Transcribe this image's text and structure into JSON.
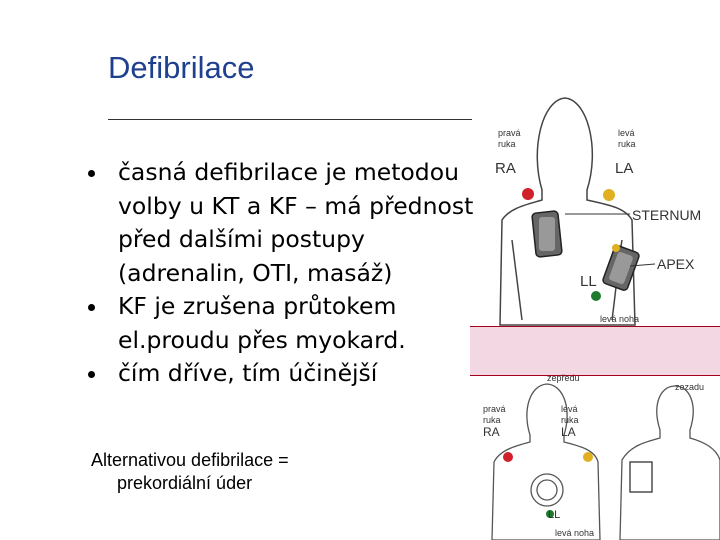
{
  "slide": {
    "title": "Defibrilace",
    "bullets": [
      {
        "text": "časná defibrilace je metodou volby u KT a KF – má přednost před dalšími postupy (adrenalin, OTI, masáž)"
      },
      {
        "text": "KF je zrušena průtokem el.proudu přes myokard."
      },
      {
        "text": "čím dříve, tím účinější"
      }
    ],
    "note_line1": "Alternativou defibrilace =",
    "note_line2": "prekordiální úder"
  },
  "figure_top": {
    "right_arm": "pravá ruka",
    "right_arm_l1": "pravá",
    "right_arm_l2": "ruka",
    "left_arm_l1": "levá",
    "left_arm_l2": "ruka",
    "ra": "RA",
    "la": "LA",
    "sternum": "STERNUM",
    "apex": "APEX",
    "ll": "LL",
    "left_leg": "levá noha"
  },
  "figure_bottom": {
    "front": "zepředu",
    "back": "zezadu",
    "right_arm_l1": "pravá",
    "right_arm_l2": "ruka",
    "left_arm_l1": "levá",
    "left_arm_l2": "ruka",
    "ra": "RA",
    "la": "LA",
    "ll": "LL",
    "left_leg": "levá noha"
  },
  "colors": {
    "title": "#1f3f8f",
    "electrode_red": "#d0202a",
    "electrode_yellow": "#e0b020",
    "electrode_green": "#1f7a2f",
    "band": "#f3d7e3"
  }
}
